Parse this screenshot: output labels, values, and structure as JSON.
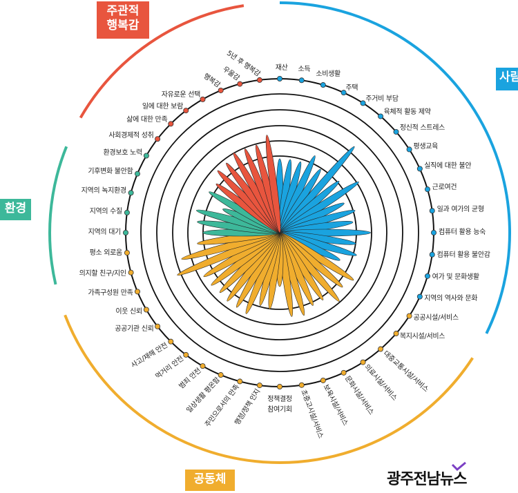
{
  "chart_data": {
    "type": "radial-bar",
    "title": "",
    "rmax": 100,
    "rings": [
      50,
      60,
      70,
      80,
      90,
      100
    ],
    "groups": [
      {
        "name": "사람",
        "color": "#1aa3df",
        "items": [
          {
            "label": "재산",
            "value": 48
          },
          {
            "label": "소득",
            "value": 48
          },
          {
            "label": "소비생활",
            "value": 48
          },
          {
            "label": "주택",
            "value": 55
          },
          {
            "label": "주거비 부담",
            "value": 49
          },
          {
            "label": "육체적 활동 제약",
            "value": 74
          },
          {
            "label": "정신적 스트레스",
            "value": 51
          },
          {
            "label": "평생교육",
            "value": 61
          },
          {
            "label": "실직에 대한 불안",
            "value": 46
          },
          {
            "label": "근로여건",
            "value": 51
          },
          {
            "label": "일과 여가의 균형",
            "value": 48
          },
          {
            "label": "컴퓨터 활용 능숙",
            "value": 59
          },
          {
            "label": "컴퓨터 활용 불안감",
            "value": 50
          },
          {
            "label": "여가 및 문화생활",
            "value": 52
          },
          {
            "label": "지역의 역사와 문화",
            "value": 43
          }
        ]
      },
      {
        "name": "공동체",
        "color": "#f0ad2e",
        "items": [
          {
            "label": "공공시설/서비스",
            "value": 57
          },
          {
            "label": "복지시설/서비스",
            "value": 54
          },
          {
            "label": "대중교통시설/서비스",
            "value": 59
          },
          {
            "label": "의료시설/서비스",
            "value": 52
          },
          {
            "label": "문화시설/서비스",
            "value": 52
          },
          {
            "label": "보육시설/서비스",
            "value": 56
          },
          {
            "label": "초중고시설/서비스",
            "value": 55
          },
          {
            "label": "정책결정\n참여기회",
            "value": 35
          },
          {
            "label": "행정/정책 인지",
            "value": 50
          },
          {
            "label": "주민으로서의 만족",
            "value": 49
          },
          {
            "label": "일상생활 평온함",
            "value": 57
          },
          {
            "label": "범죄 안전",
            "value": 56
          },
          {
            "label": "먹거리 안전",
            "value": 56
          },
          {
            "label": "사고/재해 안전",
            "value": 55
          },
          {
            "label": "공공기관 신뢰",
            "value": 56
          },
          {
            "label": "이웃 신뢰",
            "value": 57
          },
          {
            "label": "가족구성원 만족",
            "value": 72
          },
          {
            "label": "의지할 친구/지인",
            "value": 66
          },
          {
            "label": "평소 외로움",
            "value": 54
          }
        ]
      },
      {
        "name": "환경",
        "color": "#3db89a",
        "items": [
          {
            "label": "지역의 대기",
            "value": 50
          },
          {
            "label": "지역의 수질",
            "value": 54
          },
          {
            "label": "지역의 녹지환경",
            "value": 56
          },
          {
            "label": "기후변화 불안함",
            "value": 40
          },
          {
            "label": "환경보호 노력",
            "value": 53
          }
        ]
      },
      {
        "name": "주관적\n행복감",
        "color": "#e8553e",
        "items": [
          {
            "label": "사회경제적 성취",
            "value": 52
          },
          {
            "label": "삶에 대한 만족",
            "value": 57
          },
          {
            "label": "일에 대한 보람",
            "value": 57
          },
          {
            "label": "자유로운 선택",
            "value": 60
          },
          {
            "label": "행복감",
            "value": 59
          },
          {
            "label": "우울감",
            "value": 59
          },
          {
            "label": "5년 후 행복감",
            "value": 64
          }
        ]
      }
    ]
  },
  "logo": {
    "text": "광주전남뉴스",
    "accent_color": "#7b3fc4"
  }
}
